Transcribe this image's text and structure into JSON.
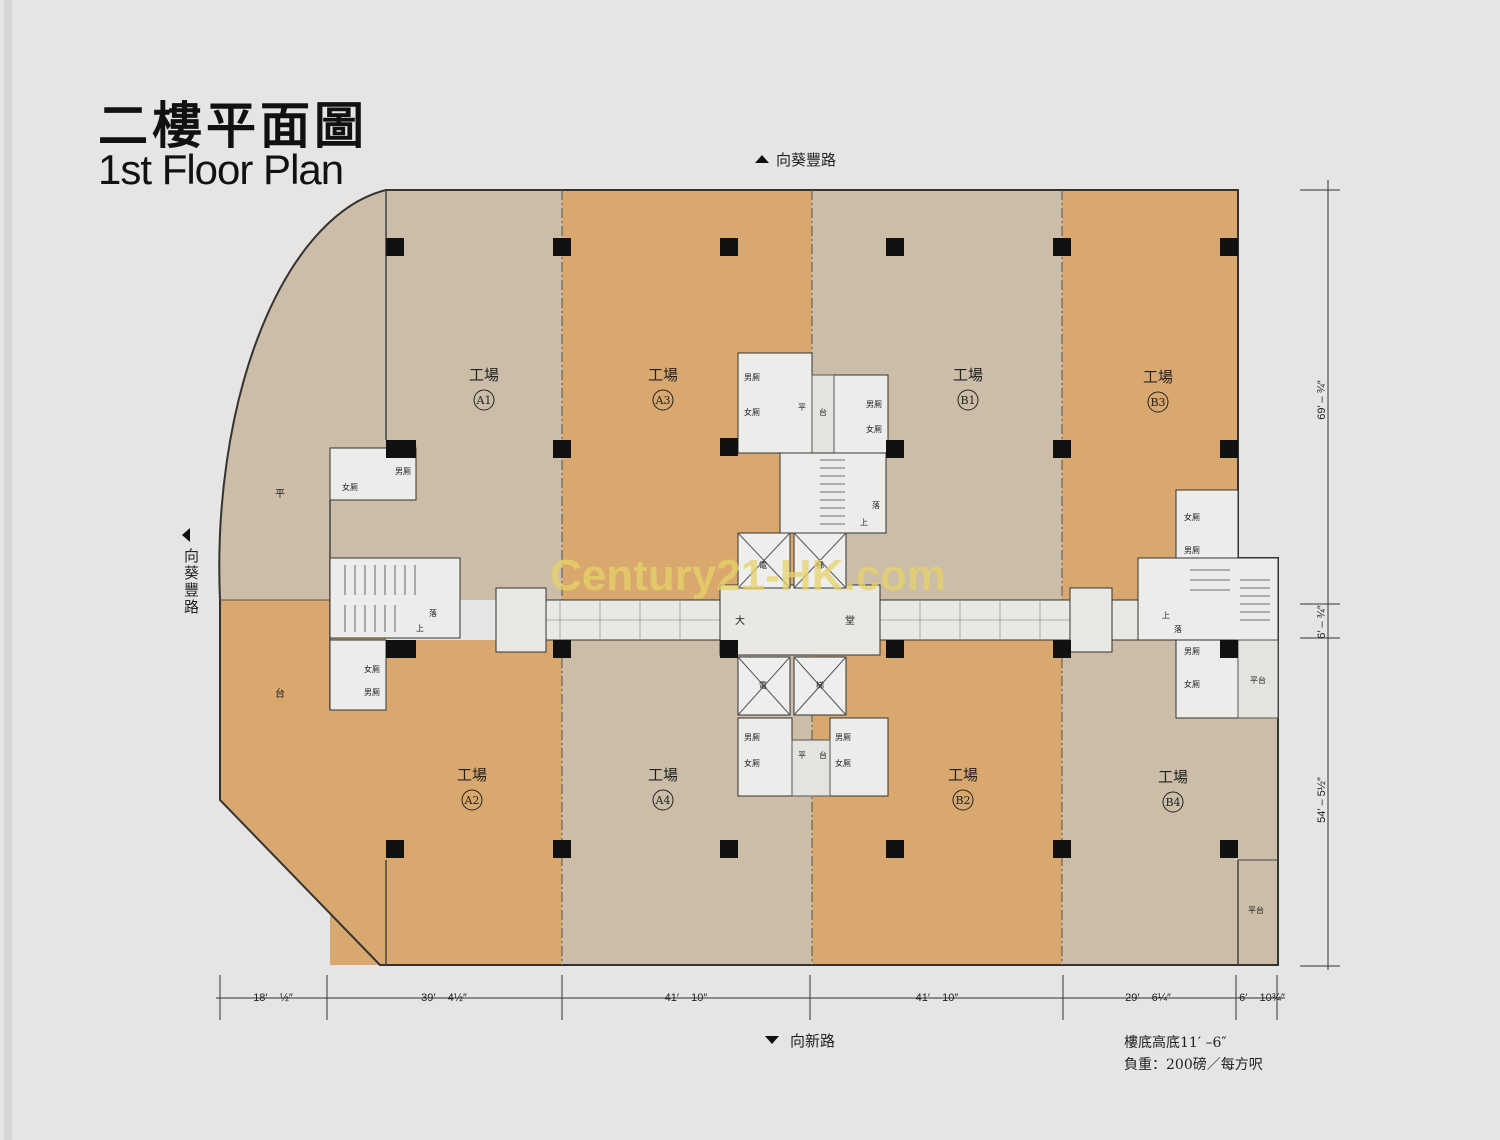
{
  "title": {
    "zh": "二樓平面圖",
    "en": "1st Floor Plan"
  },
  "directions": {
    "top": "向葵豐路",
    "left": "向葵豐路",
    "bottom": "向新路"
  },
  "watermark": "Century21-HK.com",
  "units": [
    {
      "label": "工場",
      "id": "A1"
    },
    {
      "label": "工場",
      "id": "A3"
    },
    {
      "label": "工場",
      "id": "B1"
    },
    {
      "label": "工場",
      "id": "B3"
    },
    {
      "label": "工場",
      "id": "A2"
    },
    {
      "label": "工場",
      "id": "A4"
    },
    {
      "label": "工場",
      "id": "B2"
    },
    {
      "label": "工場",
      "id": "B4"
    }
  ],
  "rooms": {
    "male_wc": "男厠",
    "female_wc": "女厠",
    "platform": "平台",
    "up": "上",
    "down": "落",
    "elevator_a": "電",
    "elevator_b": "梯",
    "lobby_a": "大",
    "lobby_b": "堂"
  },
  "terrace": {
    "a": "平",
    "b": "台",
    "full": "平台"
  },
  "dimensions": {
    "horizontal": [
      "18′ – ½″",
      "39′ – 4½″",
      "41′ – 10″",
      "41′ – 10″",
      "29′ – 6¼″",
      "6′ – 10¾″"
    ],
    "vertical": [
      "69′ – ¾″",
      "6′ – ¾″",
      "54′ – 5½″"
    ]
  },
  "notes": {
    "ceiling_height": "樓底高底11′ –6″",
    "load": "負重：200磅／每方呎"
  },
  "colors": {
    "orange": "#d9a86e",
    "taupe": "#cbbda7",
    "background": "#e6e5e3"
  }
}
